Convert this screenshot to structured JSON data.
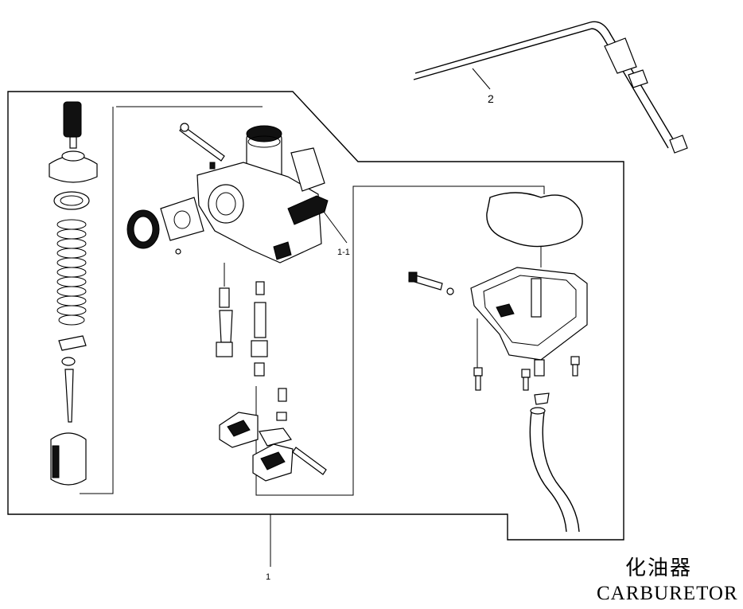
{
  "title": {
    "chinese": "化油器",
    "english": "CARBURETOR"
  },
  "callouts": [
    {
      "id": "callout-1",
      "label": "1"
    },
    {
      "id": "callout-1-1",
      "label": "1-1"
    },
    {
      "id": "callout-2",
      "label": "2"
    }
  ]
}
